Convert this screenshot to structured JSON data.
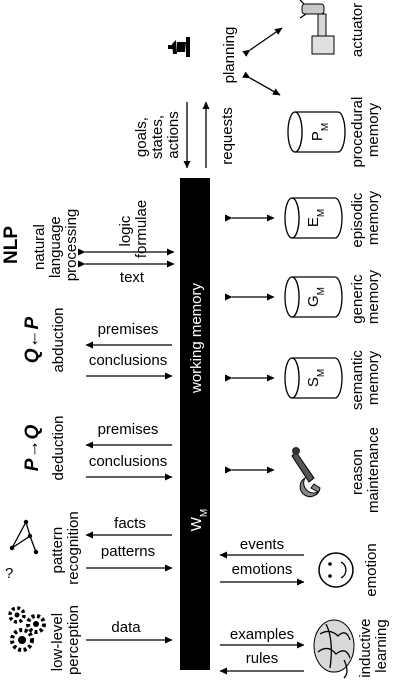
{
  "working_memory": {
    "label": "working memory",
    "symbol": "W",
    "symbol_sub": "M"
  },
  "top": {
    "actuator": "actuator",
    "planning": "planning",
    "goals_lines": [
      "goals,",
      "states,",
      "actions"
    ],
    "requests": "requests",
    "procedural": {
      "symbol": "P",
      "sub": "M",
      "lines": [
        "procedural",
        "memory"
      ]
    }
  },
  "modules": [
    {
      "key": "nlp",
      "title": "NLP",
      "desc": [
        "natural",
        "language",
        "processing"
      ],
      "in_arrow": [
        "logic",
        "formulae"
      ],
      "out_arrow": [
        "text"
      ],
      "memory": {
        "symbol": "E",
        "sub": "M",
        "lines": [
          "episodic",
          "memory"
        ]
      }
    },
    {
      "key": "abduction",
      "title": "Q←P",
      "desc": [
        "abduction"
      ],
      "in_arrow": [
        "premises"
      ],
      "out_arrow": [
        "conclusions"
      ],
      "memory": {
        "symbol": "G",
        "sub": "M",
        "lines": [
          "generic",
          "memory"
        ]
      }
    },
    {
      "key": "deduction",
      "title": "P→Q",
      "desc": [
        "deduction"
      ],
      "in_arrow": [
        "premises"
      ],
      "out_arrow": [
        "conclusions"
      ],
      "memory": {
        "symbol": "S",
        "sub": "M",
        "lines": [
          "semantic",
          "memory"
        ]
      }
    },
    {
      "key": "pattern",
      "title": "",
      "desc": [
        "pattern",
        "recognition"
      ],
      "in_arrow": [
        "facts"
      ],
      "out_arrow": [
        "patterns"
      ],
      "right": {
        "lines": [
          "reason",
          "maintenance"
        ]
      }
    },
    {
      "key": "perception",
      "title": "",
      "desc": [
        "low-level",
        "perception"
      ],
      "in_arrow": [],
      "out_arrow": [
        "data"
      ],
      "right": {
        "arrows": [
          "events",
          "emotions"
        ],
        "lines": [
          "emotion"
        ]
      }
    }
  ],
  "inductive": {
    "arrows": [
      "examples",
      "rules"
    ],
    "lines": [
      "inductive",
      "learning"
    ]
  },
  "icons": [
    "chess-pawn-icon",
    "robot-arm-icon",
    "graph-icon",
    "wrench-icon",
    "smiley-icon",
    "gears-icon",
    "brain-icon"
  ]
}
